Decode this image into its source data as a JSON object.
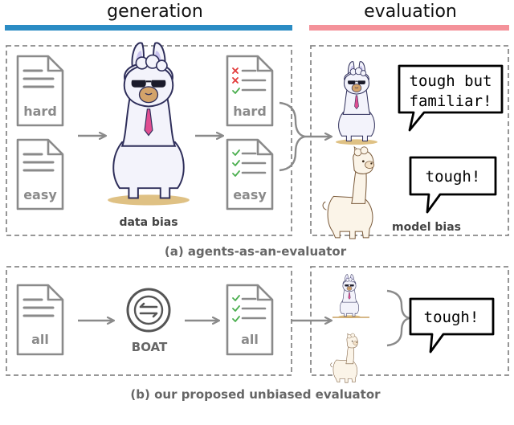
{
  "headers": {
    "generation": "generation",
    "evaluation": "evaluation"
  },
  "colors": {
    "generation_bar": "#2b8cc4",
    "evaluation_bar": "#f4929a",
    "doc_grey": "#8a8a8a",
    "cross_red": "#e23b3b",
    "check_green": "#4caf50"
  },
  "top": {
    "doc_hard": "hard",
    "doc_easy": "easy",
    "doc_hard_scored": "hard",
    "doc_easy_scored": "easy",
    "data_bias": "data bias",
    "model_bias": "model bias",
    "speech_1": [
      "tough but",
      "familiar!"
    ],
    "speech_2": "tough!",
    "caption": "(a) agents-as-an-evaluator"
  },
  "bottom": {
    "doc_all": "all",
    "boat_label": "BOAT",
    "doc_all_scored": "all",
    "speech": "tough!",
    "caption": "(b) our proposed unbiased evaluator"
  },
  "icons": [
    "document-icon",
    "document-checklist-icon",
    "llama-sunglasses-icon",
    "alpaca-icon",
    "boat-swap-icon",
    "speech-bubble-icon"
  ]
}
